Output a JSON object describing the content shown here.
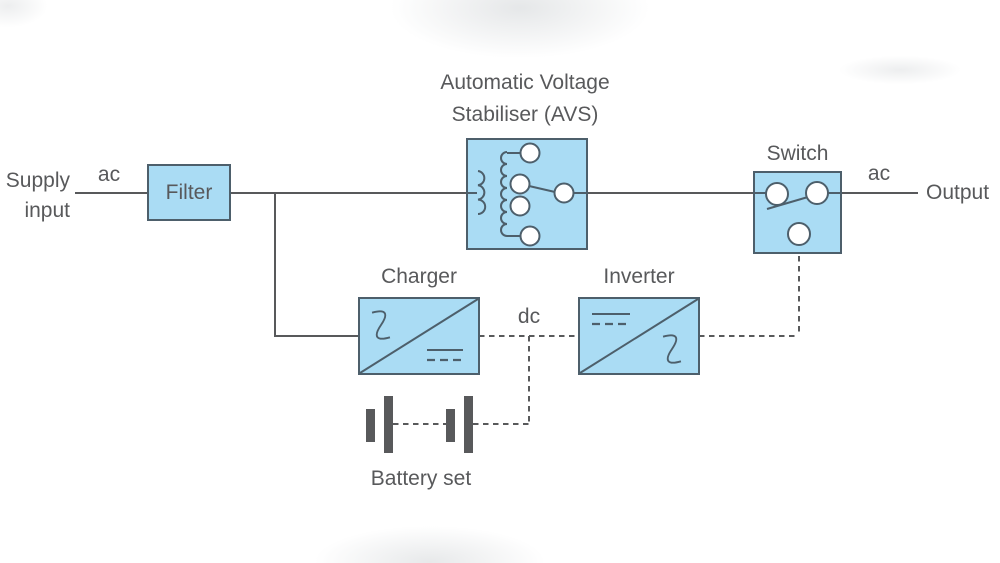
{
  "diagram": {
    "title": {
      "line1": "Automatic Voltage",
      "line2": "Stabiliser (AVS)"
    },
    "labels": {
      "supply_line1": "Supply",
      "supply_line2": "input",
      "ac_in": "ac",
      "filter": "Filter",
      "charger": "Charger",
      "inverter": "Inverter",
      "dc": "dc",
      "switch": "Switch",
      "ac_out": "ac",
      "output": "Output",
      "battery": "Battery set"
    },
    "icons": {
      "transformer_coil": "tapped-autotransformer-with-selector-relay",
      "ac_symbol": "sine-wave",
      "dc_symbol": "solid-line-over-dashed-line",
      "battery_symbol": "two-cell-battery-bars",
      "switch_symbol": "changeover-contact"
    },
    "colors": {
      "box_fill": "#aadcf4",
      "box_border": "#4d5f6b",
      "line": "#58595b",
      "text": "#58595b",
      "background": "#ffffff"
    }
  }
}
